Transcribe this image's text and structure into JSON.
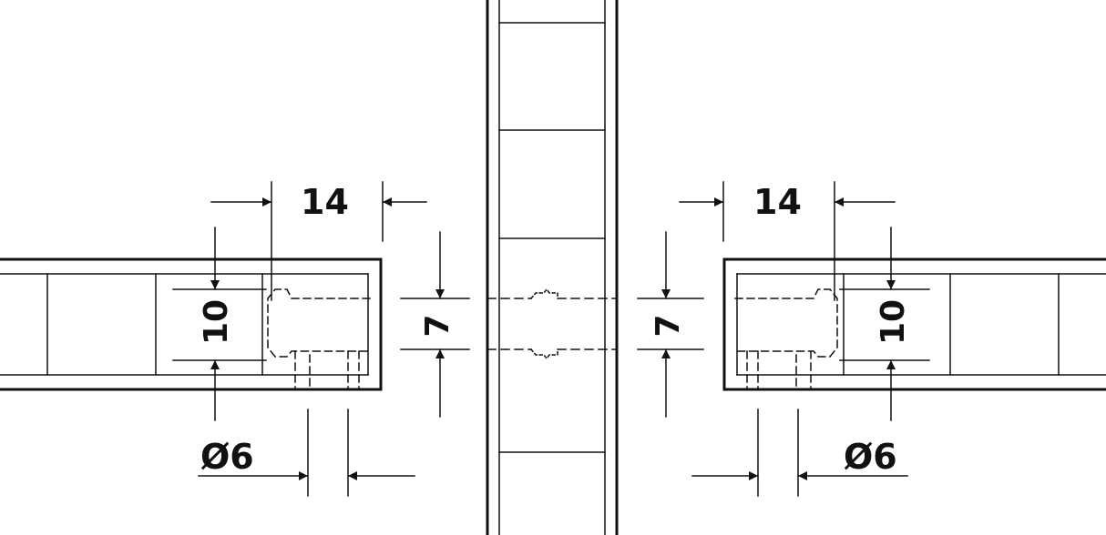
{
  "drawing": {
    "title": "",
    "line_color": "#111111",
    "background": "#ffffff"
  },
  "left_fitting": {
    "depth_label": "14",
    "height_label": "10",
    "diameter_label": "Ø6",
    "gap_label": "7"
  },
  "right_fitting": {
    "depth_label": "14",
    "height_label": "10",
    "diameter_label": "Ø6",
    "gap_label": "7"
  }
}
